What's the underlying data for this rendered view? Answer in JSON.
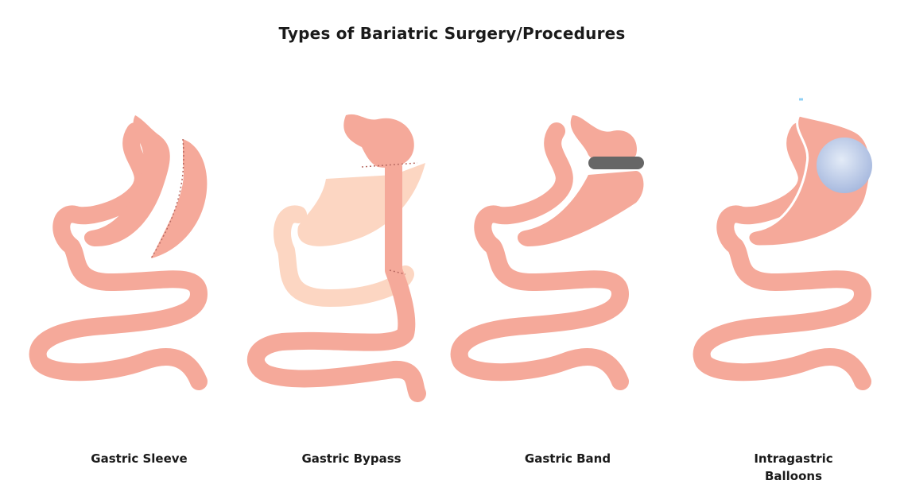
{
  "title": "Types of Bariatric Surgery/Procedures",
  "colors": {
    "tissue": "#f5a99a",
    "bypassed_tissue": "#fcd6c2",
    "band": "#666666",
    "balloon": "#b8c8e6",
    "stitches": "#b86a62"
  },
  "procedures": [
    {
      "label": "Gastric Sleeve"
    },
    {
      "label": "Gastric Bypass"
    },
    {
      "label": "Gastric Band"
    },
    {
      "label": "Intragastric\nBalloons"
    }
  ]
}
